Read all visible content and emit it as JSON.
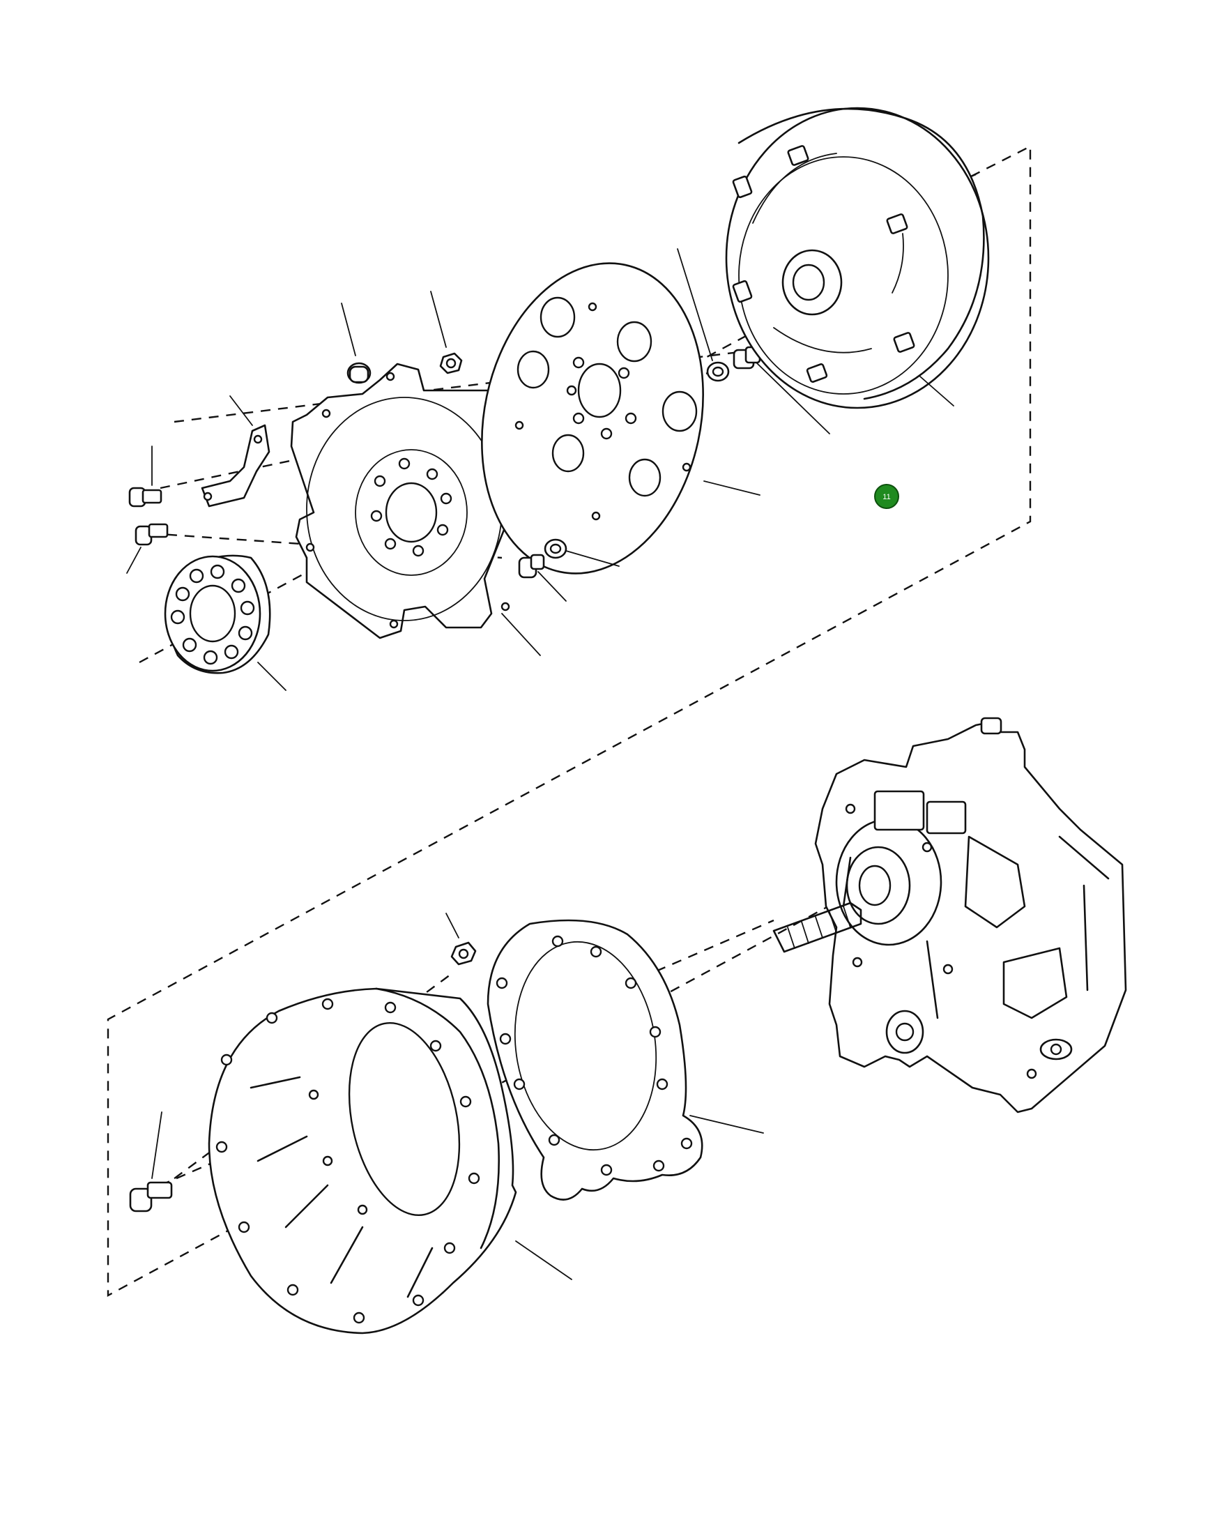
{
  "callout": {
    "label": "11",
    "fill": "#1f8a1f",
    "border": "#0d4f0d",
    "text_color": "#ffffff"
  },
  "parts": [
    "bolt-small-upper",
    "bolt-small-lower",
    "bracket",
    "hub-adapter",
    "flex-plate-hex",
    "sleeve-nut",
    "nut-upper",
    "flex-disc",
    "washer-lower",
    "bolt-flange-lower",
    "washer-upper",
    "bolt-upper",
    "torque-converter",
    "nut-lower",
    "bell-housing",
    "gasket",
    "bolt-housing",
    "transmission"
  ]
}
